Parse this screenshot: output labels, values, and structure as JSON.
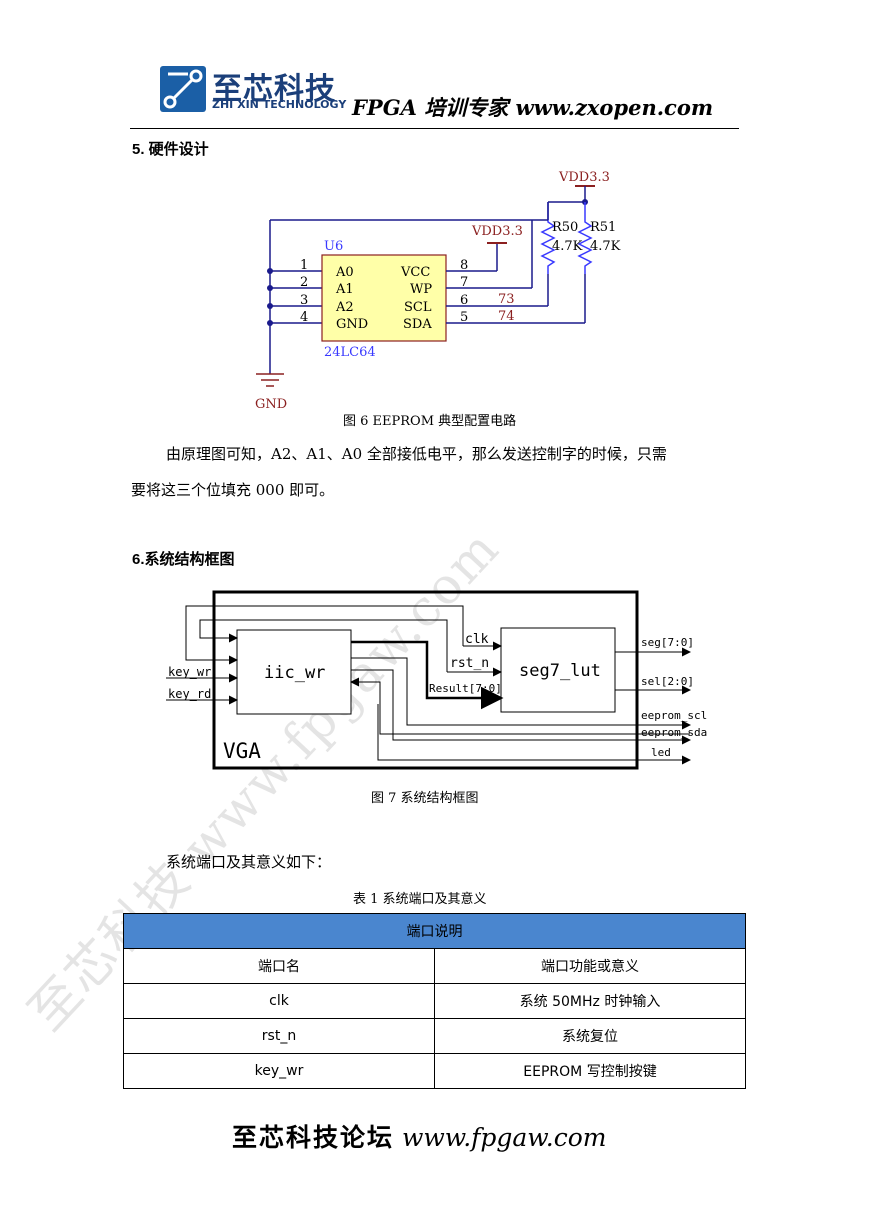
{
  "header": {
    "logo_cn": "至芯科技",
    "logo_en": "ZHI XIN TECHNOLOGY",
    "tagline": "FPGA 培训专家 www.zxopen.com"
  },
  "section5": {
    "heading": "5. 硬件设计",
    "schematic": {
      "vdd_top": "VDD3.3",
      "vdd_chip": "VDD3.3",
      "r50_name": "R50",
      "r51_name": "R51",
      "r50_val": "4.7K",
      "r51_val": "4.7K",
      "chip_ref": "U6",
      "chip_part": "24LC64",
      "left_pins": [
        {
          "num": "1",
          "name": "A0"
        },
        {
          "num": "2",
          "name": "A1"
        },
        {
          "num": "3",
          "name": "A2"
        },
        {
          "num": "4",
          "name": "GND"
        }
      ],
      "right_pins": [
        {
          "num": "8",
          "name": "VCC"
        },
        {
          "num": "7",
          "name": "WP"
        },
        {
          "num": "6",
          "name": "SCL"
        },
        {
          "num": "5",
          "name": "SDA"
        }
      ],
      "net_73": "73",
      "net_74": "74",
      "gnd": "GND"
    },
    "caption": "图 6   EEPROM 典型配置电路",
    "para_line1": "由原理图可知，A2、A1、A0 全部接低电平，那么发送控制字的时候，只需",
    "para_line2": "要将这三个位填充 000 即可。"
  },
  "section6": {
    "heading": "6.系统结构框图",
    "diagram": {
      "iic_block": "iic_wr",
      "seg_block": "seg7_lut",
      "vga": "VGA",
      "in_key_wr": "key_wr",
      "in_key_rd": "key_rd",
      "sig_clk": "clk",
      "sig_rst": "rst_n",
      "sig_result": "Result[7:0]",
      "out_seg": "seg[7:0]",
      "out_sel": "sel[2:0]",
      "out_scl": "eeprom_scl",
      "out_sda": "eeprom_sda",
      "out_led": "led"
    },
    "caption": "图 7  系统结构框图",
    "ports_intro": "系统端口及其意义如下：",
    "table_caption": "表 1    系统端口及其意义",
    "table": {
      "title": "端口说明",
      "header": [
        "端口名",
        "端口功能或意义"
      ],
      "rows": [
        [
          "clk",
          "系统 50MHz 时钟输入"
        ],
        [
          "rst_n",
          "系统复位"
        ],
        [
          "key_wr",
          "EEPROM 写控制按键"
        ]
      ]
    }
  },
  "watermark": "至芯科技 www.fpgaw.com",
  "footer": {
    "cn": "至芯科技论坛",
    "url": "www.fpgaw.com"
  },
  "colors": {
    "wire": "#1a1a8c",
    "chip_fill": "#ffffa8",
    "chip_border": "#8b2020",
    "label_red": "#8b2020",
    "table_head": "#4a86cf"
  }
}
